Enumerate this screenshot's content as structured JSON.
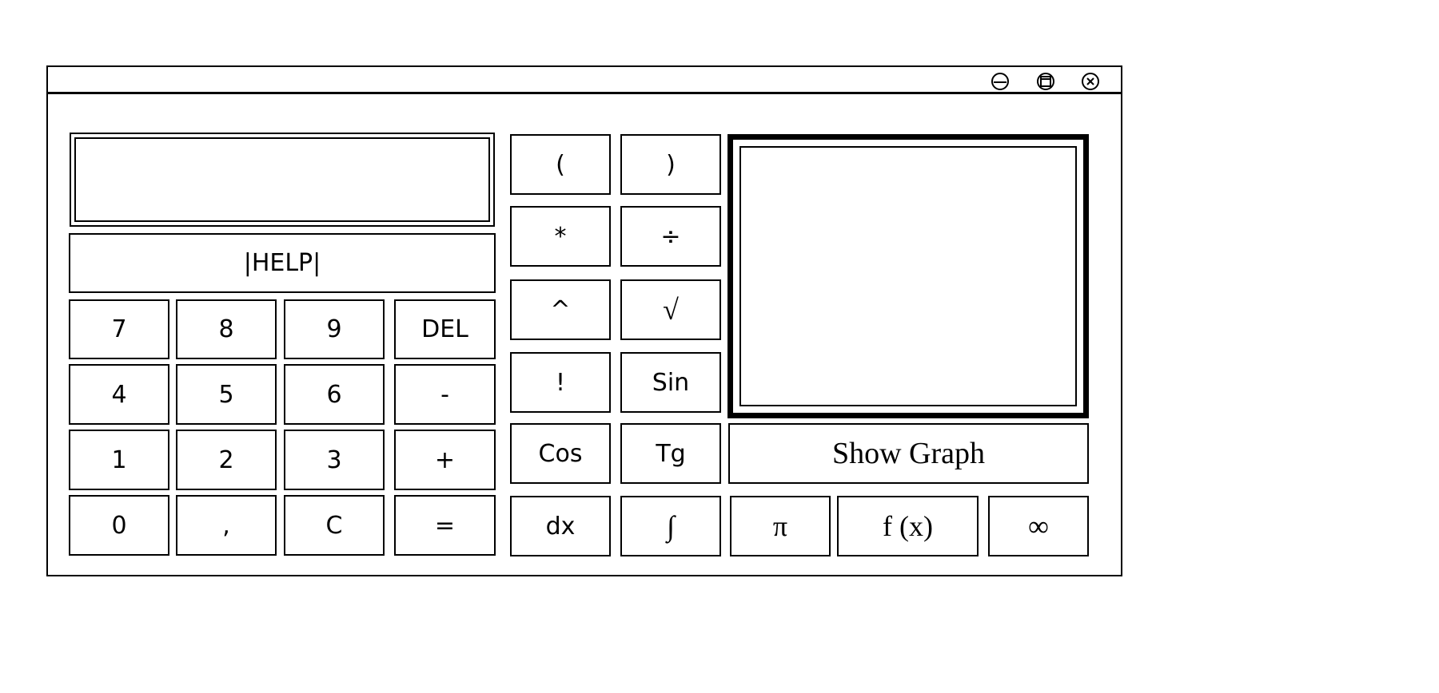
{
  "window": {
    "controls": [
      {
        "name": "minimize-button",
        "icon": "minimize-icon"
      },
      {
        "name": "maximize-button",
        "icon": "maximize-icon"
      },
      {
        "name": "close-button",
        "icon": "close-icon"
      }
    ]
  },
  "display": {
    "value": ""
  },
  "help_label": "|HELP|",
  "keypad": {
    "k7": "7",
    "k8": "8",
    "k9": "9",
    "del": "DEL",
    "k4": "4",
    "k5": "5",
    "k6": "6",
    "minus": "-",
    "k1": "1",
    "k2": "2",
    "k3": "3",
    "plus": "+",
    "k0": "0",
    "comma": ",",
    "clear": "C",
    "equals": "="
  },
  "functions": {
    "lparen": "(",
    "rparen": ")",
    "multiply": "*",
    "divide": "÷",
    "power": "^",
    "sqrt": "√",
    "factorial": "!",
    "sin": "Sin",
    "cos": "Cos",
    "tg": "Tg",
    "dx": "dx",
    "integral": "∫",
    "pi": "π",
    "fx": "f (x)",
    "infinity": "∞"
  },
  "graph": {
    "show_label": "Show Graph"
  }
}
